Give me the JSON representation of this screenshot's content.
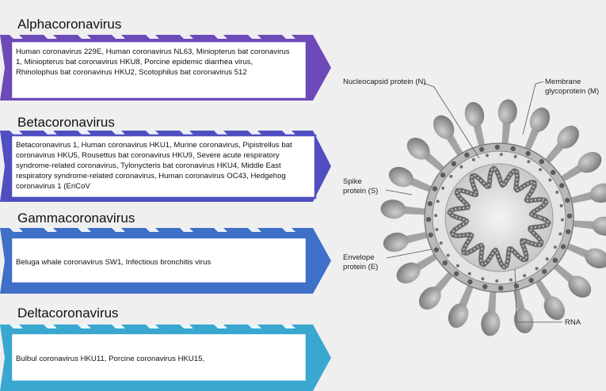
{
  "groups": [
    {
      "title": "Alphacoronavirus",
      "members": "Human coronavirus 229E, Human coronavirus NL63, Miniopterus bat coronavirus 1, Miniopterus bat coronavirus HKU8, Porcine epidemic diarrhea virus, Rhinolophus bat coronavirus HKU2, Scotophilus bat coronavirus 512",
      "color": "#6d4ab8"
    },
    {
      "title": "Betacoronavirus",
      "members": "Betacoronavirus 1, Human coronavirus HKU1, Murine coronavirus, Pipistrellus bat coronavirus HKU5, Rousettus bat coronavirus HKU9, Severe acute respiratory syndrome-related coronavirus, Tylonycteris bat coronavirus HKU4, Middle East respiratory syndrome-related coronavirus, Human coronavirus OC43, Hedgehog coronavirus 1 (EriCoV",
      "color": "#4f4fc2"
    },
    {
      "title": "Gammacoronavirus",
      "members": "Beluga whale coronavirus SW1, Infectious bronchitis virus",
      "color": "#3e70c8"
    },
    {
      "title": "Deltacoronavirus",
      "members": "Bulbul coronavirus HKU11, Porcine coronavirus HKU15,",
      "color": "#39a7cf"
    }
  ],
  "virion_labels": {
    "nucleocapsid": "Nucleocapsid protein (N)",
    "membrane": "Membrane glycoprotein (M)",
    "spike": "Spike protein (S)",
    "envelope": "Envelope protein (E)",
    "rna": "RNA"
  }
}
